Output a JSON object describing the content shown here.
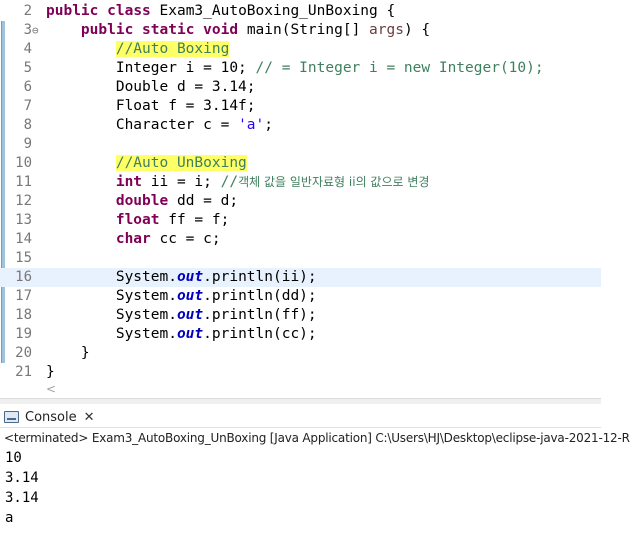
{
  "editor": {
    "lines": [
      {
        "n": "2",
        "fold": "",
        "tokens": [
          [
            "kw",
            "public"
          ],
          [
            "",
            "&nbsp;"
          ],
          [
            "kw",
            "class"
          ],
          [
            "",
            " Exam3_AutoBoxing_UnBoxing {"
          ]
        ]
      },
      {
        "n": "3",
        "fold": "⊖",
        "tokens": [
          [
            "",
            "    "
          ],
          [
            "kw",
            "public"
          ],
          [
            "",
            " "
          ],
          [
            "kw",
            "static"
          ],
          [
            "",
            " "
          ],
          [
            "kw",
            "void"
          ],
          [
            "",
            " main(String[] "
          ],
          [
            "pm",
            "args"
          ],
          [
            "",
            ") {"
          ]
        ]
      },
      {
        "n": "4",
        "fold": "",
        "tokens": [
          [
            "",
            "        "
          ],
          [
            "cm hl",
            "//Auto Boxing"
          ]
        ]
      },
      {
        "n": "5",
        "fold": "",
        "tokens": [
          [
            "",
            "        Integer i = 10; "
          ],
          [
            "cm",
            "// = Integer i = new Integer(10);"
          ]
        ]
      },
      {
        "n": "6",
        "fold": "",
        "tokens": [
          [
            "",
            "        Double d = 3.14;"
          ]
        ]
      },
      {
        "n": "7",
        "fold": "",
        "tokens": [
          [
            "",
            "        Float f = 3.14f;"
          ]
        ]
      },
      {
        "n": "8",
        "fold": "",
        "tokens": [
          [
            "",
            "        Character c = "
          ],
          [
            "st",
            "'a'"
          ],
          [
            "",
            ";"
          ]
        ]
      },
      {
        "n": "9",
        "fold": "",
        "tokens": []
      },
      {
        "n": "10",
        "fold": "",
        "tokens": [
          [
            "",
            "        "
          ],
          [
            "cm hl",
            "//Auto UnBoxing"
          ]
        ]
      },
      {
        "n": "11",
        "fold": "",
        "tokens": [
          [
            "",
            "        "
          ],
          [
            "kw",
            "int"
          ],
          [
            "",
            " ii = i; "
          ],
          [
            "cm",
            "//"
          ],
          [
            "cm kcm",
            "객체 값을 일반자료형 ii의 값으로 변경"
          ]
        ]
      },
      {
        "n": "12",
        "fold": "",
        "tokens": [
          [
            "",
            "        "
          ],
          [
            "kw",
            "double"
          ],
          [
            "",
            " dd = d;"
          ]
        ]
      },
      {
        "n": "13",
        "fold": "",
        "tokens": [
          [
            "",
            "        "
          ],
          [
            "kw",
            "float"
          ],
          [
            "",
            " ff = f;"
          ]
        ]
      },
      {
        "n": "14",
        "fold": "",
        "tokens": [
          [
            "",
            "        "
          ],
          [
            "kw",
            "char"
          ],
          [
            "",
            " cc = c;"
          ]
        ]
      },
      {
        "n": "15",
        "fold": "",
        "tokens": []
      },
      {
        "n": "16",
        "fold": "",
        "current": true,
        "tokens": [
          [
            "",
            "        System."
          ],
          [
            "fd",
            "out"
          ],
          [
            "",
            ".println(ii);"
          ]
        ]
      },
      {
        "n": "17",
        "fold": "",
        "tokens": [
          [
            "",
            "        System."
          ],
          [
            "fd",
            "out"
          ],
          [
            "",
            ".println(dd);"
          ]
        ]
      },
      {
        "n": "18",
        "fold": "",
        "tokens": [
          [
            "",
            "        System."
          ],
          [
            "fd",
            "out"
          ],
          [
            "",
            ".println(ff);"
          ]
        ]
      },
      {
        "n": "19",
        "fold": "",
        "tokens": [
          [
            "",
            "        System."
          ],
          [
            "fd",
            "out"
          ],
          [
            "",
            ".println(cc);"
          ]
        ]
      },
      {
        "n": "20",
        "fold": "",
        "tokens": [
          [
            "",
            "    }"
          ]
        ]
      },
      {
        "n": "21",
        "fold": "",
        "tokens": [
          [
            "",
            "}"
          ]
        ]
      }
    ]
  },
  "hscroll": {
    "left_arrow": "<"
  },
  "console": {
    "tab_label": "Console",
    "close_glyph": "✕",
    "terminated": "<terminated> Exam3_AutoBoxing_UnBoxing [Java Application] C:\\Users\\HJ\\Desktop\\eclipse-java-2021-12-R",
    "output": [
      "10",
      "3.14",
      "3.14",
      "a"
    ]
  },
  "colors": {
    "keyword": "#7f0055",
    "comment": "#3f7f5f",
    "string": "#2a00ff",
    "field": "#0000c0",
    "highlight": "#ffff66",
    "current_line": "#e8f2fe"
  }
}
